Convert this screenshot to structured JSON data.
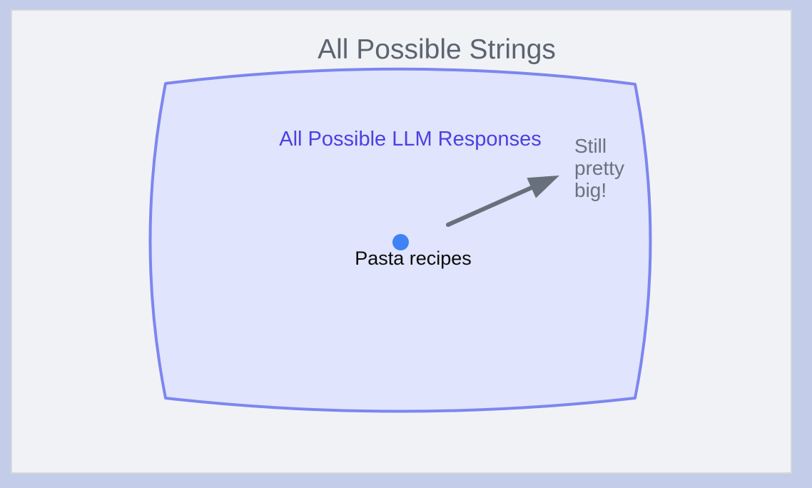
{
  "frame": {
    "background_color": "#c3cce9",
    "panel_background_color": "#f1f2f6",
    "panel_border_color": "#d5d8dd"
  },
  "diagram": {
    "title": {
      "text": "All Possible Strings",
      "color": "#5c6470"
    },
    "llm_set": {
      "label": "All Possible LLM Responses",
      "label_color": "#4b40e2",
      "fill_color": "#e0e4fc",
      "stroke_color": "#7d86ef"
    },
    "point": {
      "label": "Pasta recipes",
      "label_color": "#0b0b0c",
      "dot_color": "#3e82f5"
    },
    "annotation": {
      "text": "Still pretty big!",
      "lines": [
        "Still",
        "pretty",
        "big!"
      ],
      "color": "#6b7280"
    },
    "arrow": {
      "color": "#68707c"
    }
  }
}
